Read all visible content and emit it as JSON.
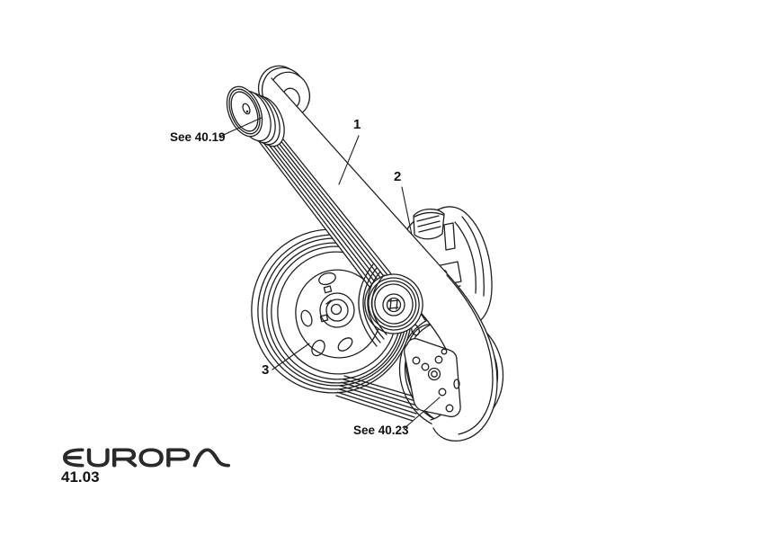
{
  "figure": {
    "callouts": [
      {
        "label": "1"
      },
      {
        "label": "2"
      },
      {
        "label": "3"
      }
    ],
    "cross_references": [
      {
        "label": "See 40.19"
      },
      {
        "label": "See 40.23"
      }
    ]
  },
  "footer": {
    "brand": "EUROPA",
    "page_number": "41.03"
  },
  "colors": {
    "line": "#1f1f1f",
    "background": "#ffffff",
    "text": "#111111"
  }
}
